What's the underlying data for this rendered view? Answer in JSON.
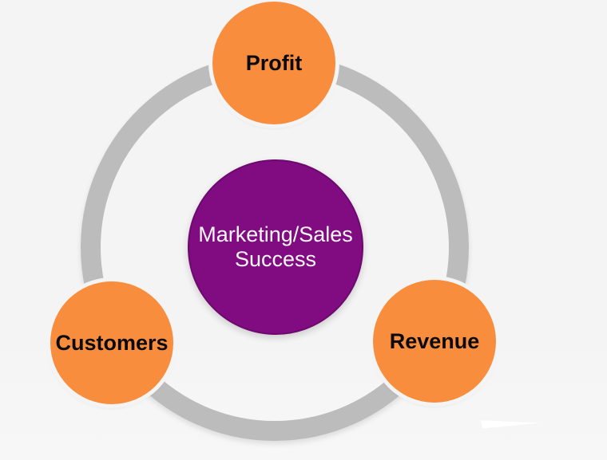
{
  "diagram": {
    "background_color": "#f4f4f4",
    "ring": {
      "color": "#bcbcbc"
    },
    "center": {
      "label_line1": "Marketing/Sales",
      "label_line2": "Success",
      "fill": "#810c82",
      "text_color": "#ffffff"
    },
    "node_style": {
      "fill": "#f88d3e",
      "text_color": "#000000"
    },
    "nodes": [
      {
        "id": "profit",
        "label": "Profit",
        "position": "top"
      },
      {
        "id": "customers",
        "label": "Customers",
        "position": "bottom-left"
      },
      {
        "id": "revenue",
        "label": "Revenue",
        "position": "bottom-right"
      }
    ],
    "decorations": [
      {
        "id": "white-swoosh",
        "color": "#ffffff"
      }
    ]
  }
}
